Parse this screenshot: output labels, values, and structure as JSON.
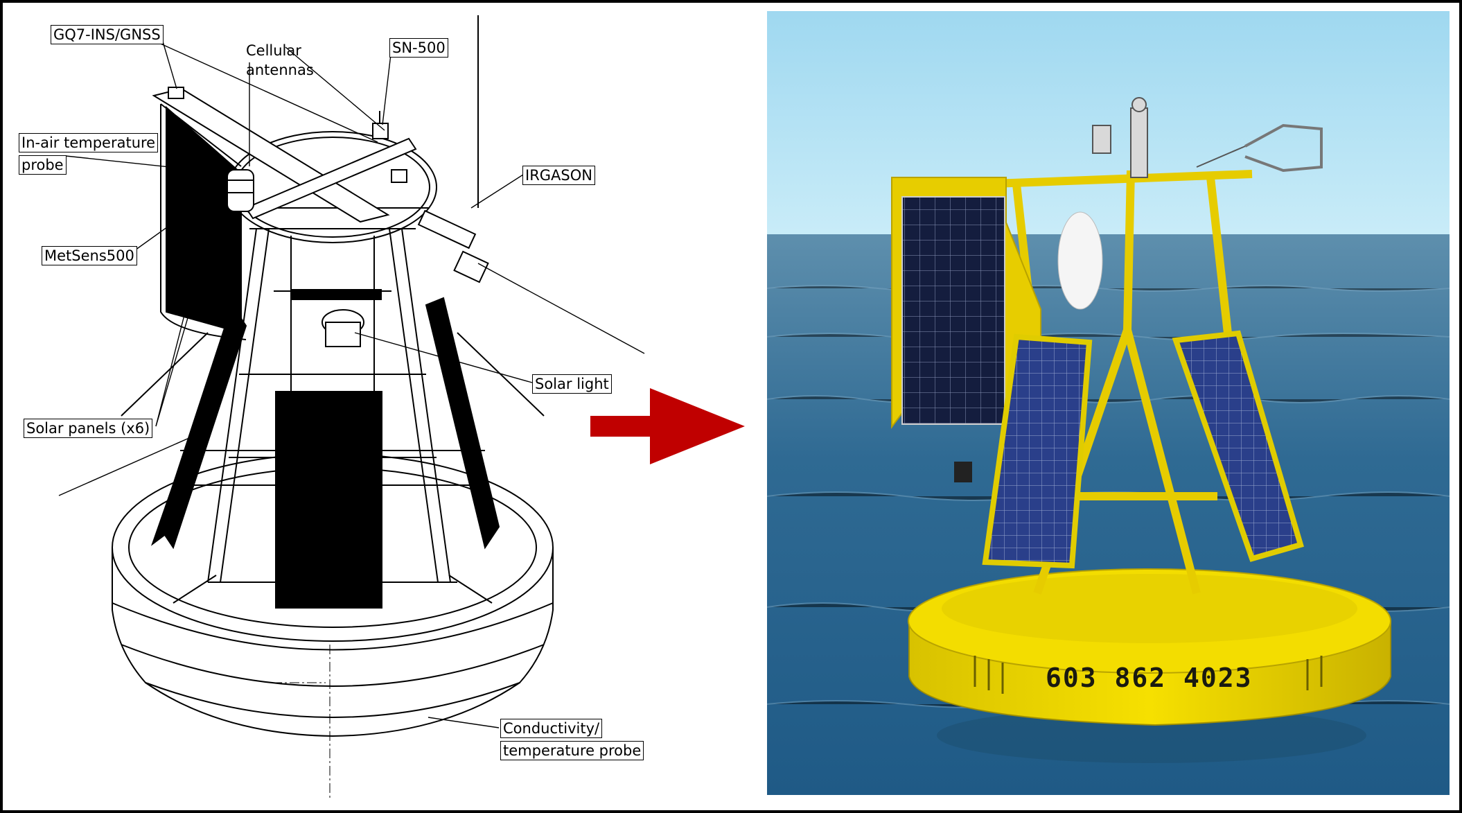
{
  "labels": {
    "gnss": "GQ7-INS/GNSS",
    "cellular_line1": "Cellular",
    "cellular_line2": "antennas",
    "sn500": "SN-500",
    "air_temp_line1": "In-air temperature",
    "air_temp_line2": "probe",
    "irgason": "IRGASON",
    "metsens": "MetSens500",
    "solar_light": "Solar light",
    "solar_panels": "Solar panels (x6)",
    "ct_line1": "Conductivity/",
    "ct_line2": "temperature probe"
  },
  "photo": {
    "buoy_number": "603 862 4023"
  },
  "colors": {
    "arrow": "#c00000",
    "buoy_yellow": "#f2d800",
    "sea": "#2f6a93",
    "sky": "#aee0f5",
    "panel": "#1b2a66"
  },
  "icons": [
    "right-arrow-icon"
  ]
}
